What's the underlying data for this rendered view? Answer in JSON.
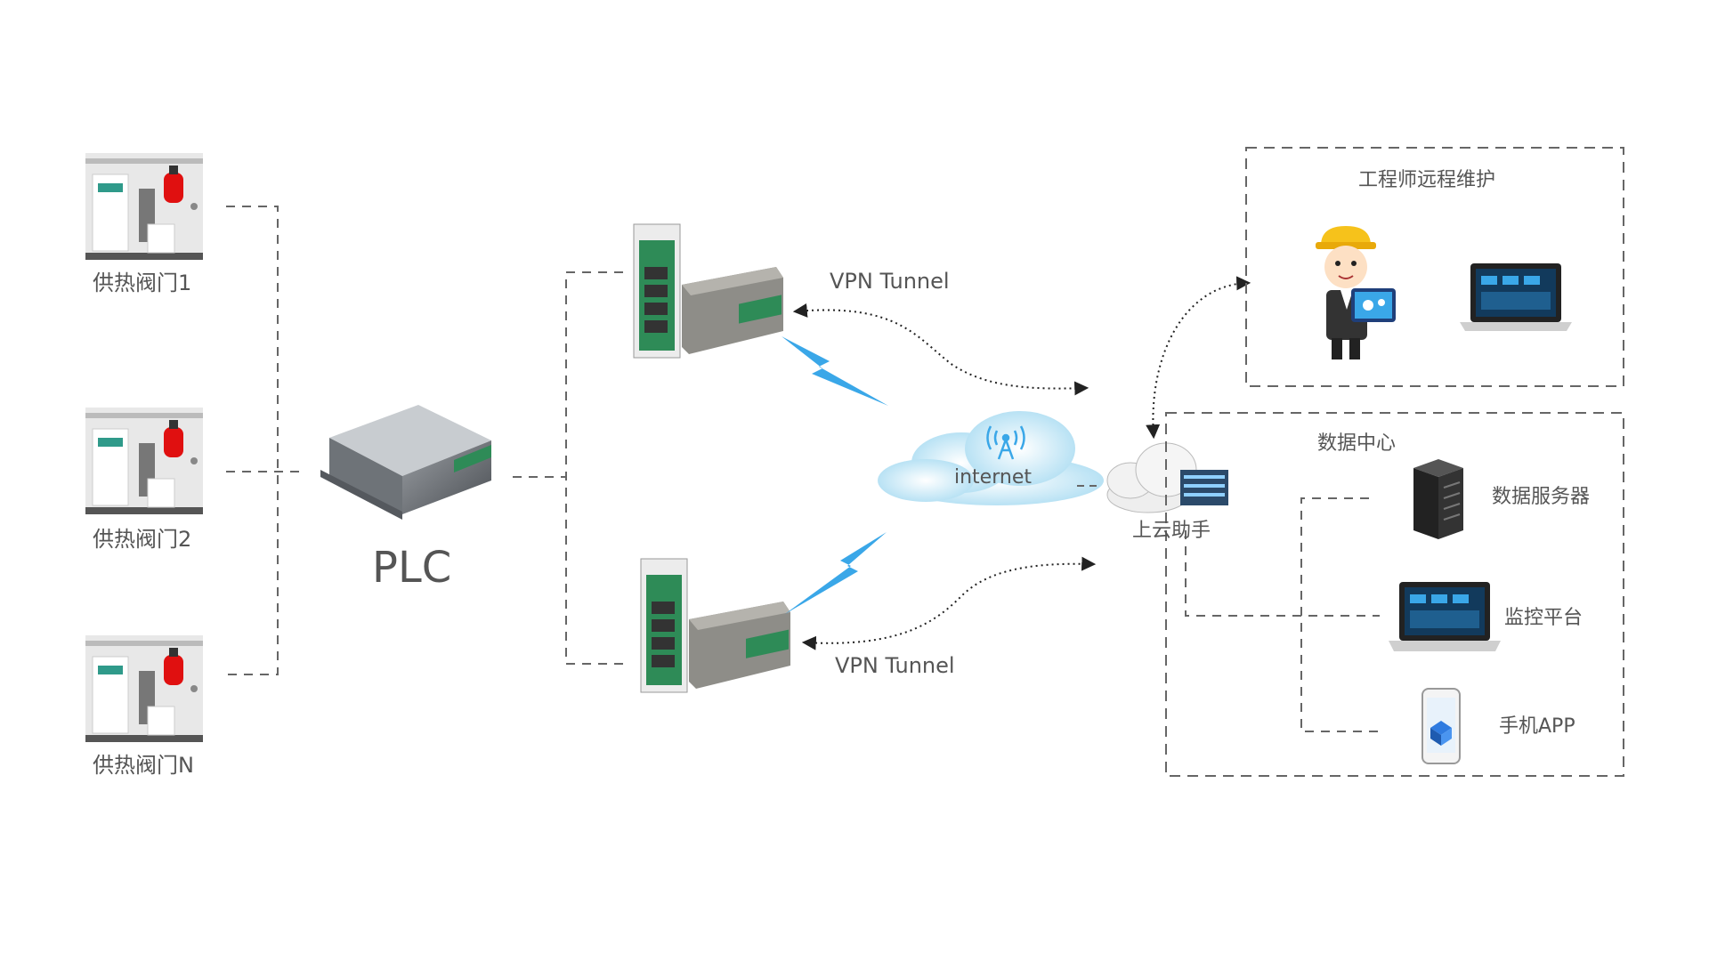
{
  "valves": [
    {
      "label": "供热阀门1"
    },
    {
      "label": "供热阀门2"
    },
    {
      "label": "供热阀门N"
    }
  ],
  "plc": {
    "label": "PLC"
  },
  "tunnels": {
    "top_label": "VPN Tunnel",
    "bottom_label": "VPN Tunnel"
  },
  "internet": {
    "label": "internet"
  },
  "cloud_assistant": {
    "label": "上云助手"
  },
  "engineer_box": {
    "title": "工程师远程维护"
  },
  "data_center": {
    "title": "数据中心",
    "items": [
      {
        "label": "数据服务器"
      },
      {
        "label": "监控平台"
      },
      {
        "label": "手机APP"
      }
    ]
  },
  "colors": {
    "line": "#666666",
    "lightning": "#3aa7e8",
    "valve_red": "#e01010",
    "router_green": "#2e8b57",
    "cloud": "#bfe6f7"
  }
}
